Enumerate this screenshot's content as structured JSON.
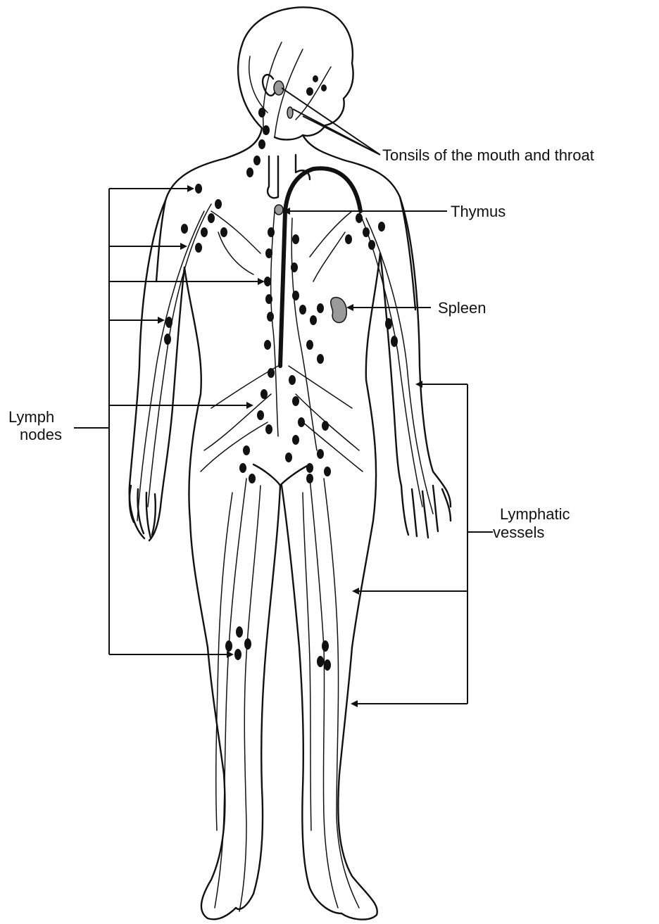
{
  "labels": {
    "tonsils": "Tonsils of the mouth and throat",
    "thymus": "Thymus",
    "spleen": "Spleen",
    "lymph_nodes": [
      "Lymph",
      "nodes"
    ],
    "lymphatic_vessels": [
      "Lymphatic",
      "vessels"
    ]
  },
  "colors": {
    "line": "#111111",
    "organ_fill": "#9a9a9a",
    "background": "#ffffff"
  }
}
